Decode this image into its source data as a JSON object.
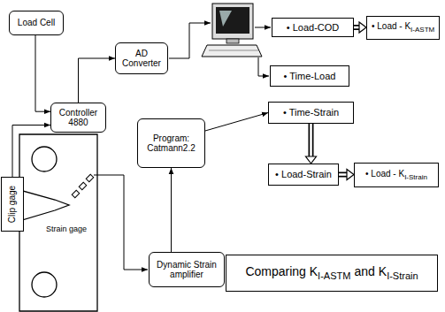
{
  "diagram": {
    "nodes": [
      {
        "text": [
          "Load Cell"
        ]
      },
      {
        "text": [
          "AD Converter"
        ]
      },
      {
        "text": [
          "Controller 4880"
        ]
      },
      {
        "text": [
          "Program: Catmann2.2"
        ]
      },
      {
        "text": [
          "Dynamic Strain amplifier"
        ]
      },
      {
        "text": [
          "Clip gage"
        ]
      },
      {
        "text": [
          "• Load-COD"
        ]
      },
      {
        "text": [
          "• Load - K",
          "I-ASTM"
        ]
      },
      {
        "text": [
          "• Time-Load"
        ]
      },
      {
        "text": [
          "• Time-Strain"
        ]
      },
      {
        "text": [
          "• Load-Strain"
        ]
      },
      {
        "text": [
          "• Load - K",
          "I-Strain"
        ]
      },
      {
        "text": [
          "Comparing K",
          "I-ASTM",
          "and K",
          "I-Strain"
        ]
      }
    ],
    "edges": [
      {
        "from": 0,
        "to": 2,
        "arrow": "to"
      },
      {
        "from": 5,
        "to": 2,
        "arrow": "to"
      },
      {
        "from": 2,
        "to": 1,
        "arrow": "to"
      },
      {
        "from": 4,
        "to": 3,
        "arrow": "to"
      },
      {
        "from": 3,
        "to": 9,
        "arrow": "to"
      },
      {
        "from": 6,
        "to": 7,
        "arrow": "to"
      },
      {
        "from": 9,
        "to": 10,
        "arrow": "to"
      },
      {
        "from": 10,
        "to": 11,
        "arrow": "to"
      }
    ],
    "labels": [
      "Strain gage"
    ]
  }
}
